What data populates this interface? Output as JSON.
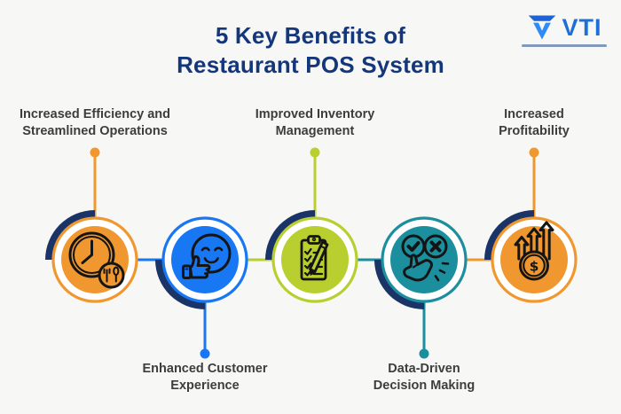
{
  "title": "5 Key Benefits of\nRestaurant POS System",
  "logo": {
    "text": "VTI",
    "mark": "v-triangles-logo-icon",
    "tagline_illegible": true
  },
  "benefits": [
    {
      "label": "Increased Efficiency and\nStreamlined Operations",
      "position": "top",
      "color": "#f0982f",
      "icon": "clock-utensils-icon"
    },
    {
      "label": "Enhanced Customer\nExperience",
      "position": "bottom",
      "color": "#1877f2",
      "icon": "thumbs-up-smiley-icon"
    },
    {
      "label": "Improved Inventory\nManagement",
      "position": "top",
      "color": "#b8cf2f",
      "icon": "checklist-pencil-icon"
    },
    {
      "label": "Data-Driven\nDecision Making",
      "position": "bottom",
      "color": "#1b8f9e",
      "icon": "choice-hand-check-x-icon"
    },
    {
      "label": "Increased\nProfitability",
      "position": "top",
      "color": "#f0982f",
      "icon": "dollar-growth-arrows-icon"
    }
  ],
  "icon_glyphs": {
    "dollar_sign": "$"
  },
  "colors": {
    "background": "#f7f7f5",
    "title_text": "#14377c",
    "label_text": "#3d3d3d",
    "navy_accent_arc": "#1a3467",
    "orange": "#f0982f",
    "blue": "#1877f2",
    "green": "#b8cf2f",
    "teal": "#1b8f9e",
    "icon_stroke": "#151515",
    "logo_blue": "#1f6fd8"
  }
}
